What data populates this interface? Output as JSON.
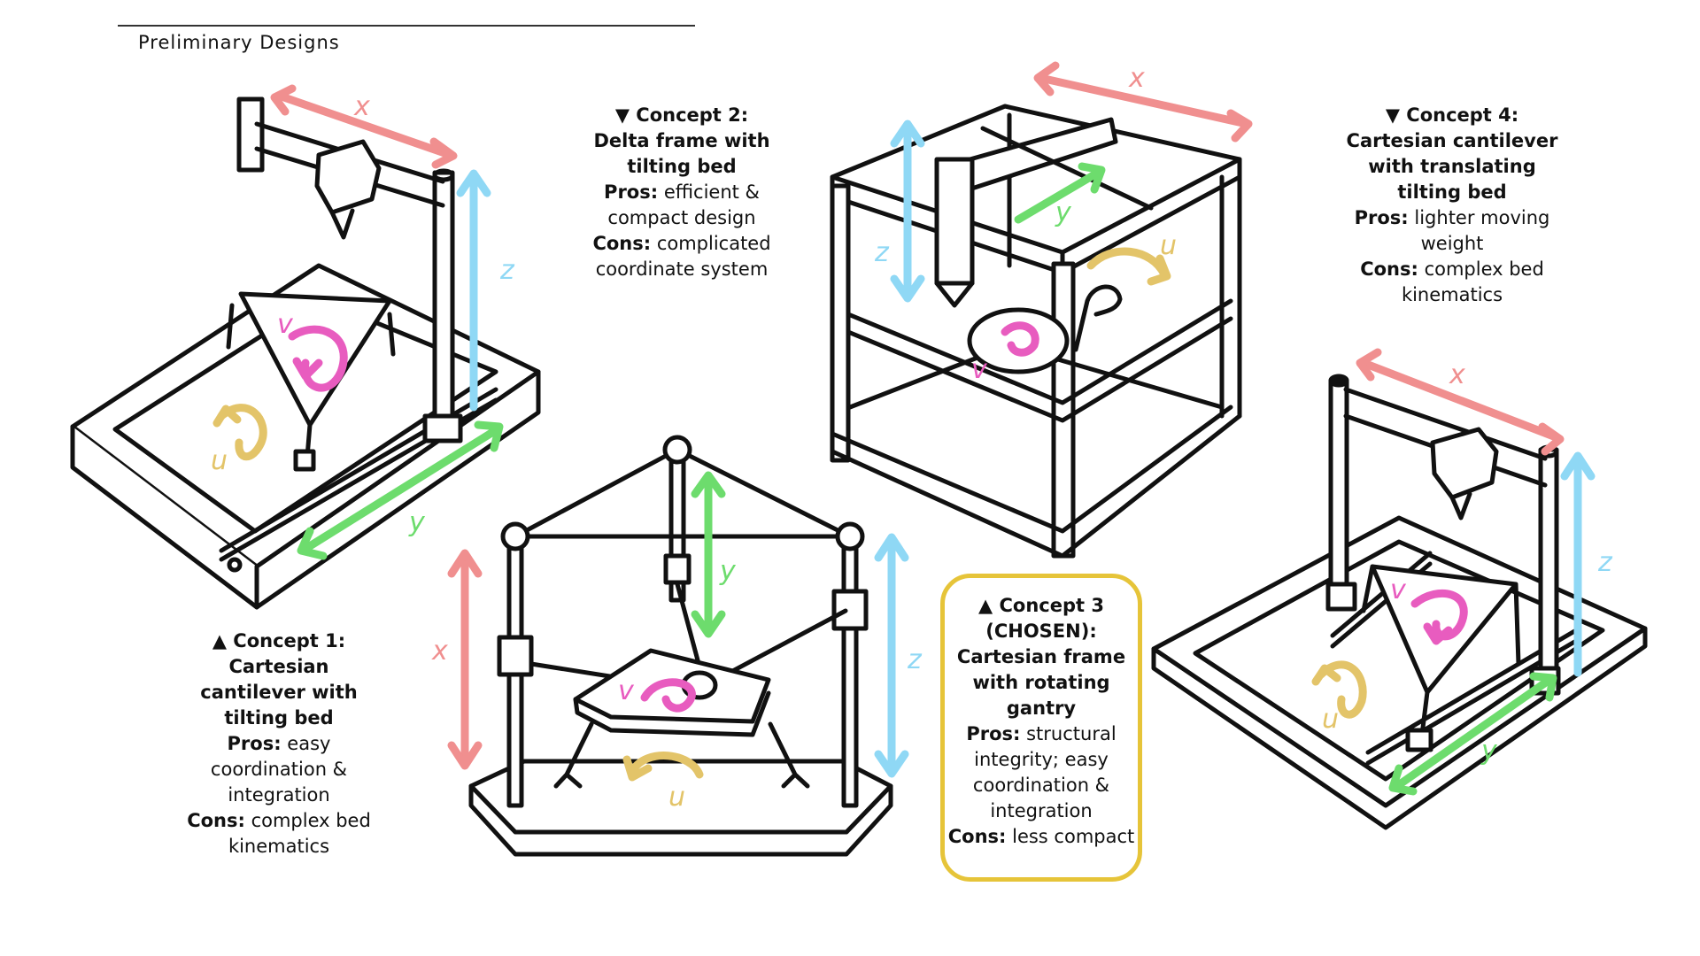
{
  "page": {
    "title": "Preliminary Designs"
  },
  "colors": {
    "x_axis": "#f08f8f",
    "y_axis": "#6ddc6d",
    "z_axis": "#8fd8f5",
    "u_rotation": "#e3c469",
    "v_rotation": "#e85cbf",
    "chosen_outline": "#e6c439",
    "ink": "#111111"
  },
  "axis_labels": {
    "x": "x",
    "y": "y",
    "z": "z",
    "u": "u",
    "v": "v"
  },
  "concepts": [
    {
      "marker": "▲",
      "heading": "Concept 1:",
      "name_lines": [
        "Cartesian",
        "cantilever with",
        "tilting bed"
      ],
      "pros_label": "Pros:",
      "pros_lines": [
        "easy",
        "coordination &",
        "integration"
      ],
      "cons_label": "Cons:",
      "cons_lines": [
        "complex bed",
        "kinematics"
      ]
    },
    {
      "marker": "▼",
      "heading": "Concept 2:",
      "name_lines": [
        "Delta frame with",
        "tilting bed"
      ],
      "pros_label": "Pros:",
      "pros_lines": [
        "efficient &",
        "compact design"
      ],
      "cons_label": "Cons:",
      "cons_lines": [
        "complicated",
        "coordinate system"
      ]
    },
    {
      "marker": "▲",
      "heading": "Concept 3",
      "heading_line2": "(CHOSEN):",
      "name_lines": [
        "Cartesian frame",
        "with rotating",
        "gantry"
      ],
      "pros_label": "Pros:",
      "pros_lines": [
        "structural",
        "integrity; easy",
        "coordination &",
        "integration"
      ],
      "cons_label": "Cons:",
      "cons_lines": [
        "less compact"
      ]
    },
    {
      "marker": "▼",
      "heading": "Concept 4:",
      "name_lines": [
        "Cartesian cantilever",
        "with translating",
        "tilting bed"
      ],
      "pros_label": "Pros:",
      "pros_lines": [
        "lighter moving",
        "weight"
      ],
      "cons_label": "Cons:",
      "cons_lines": [
        "complex bed",
        "kinematics"
      ]
    }
  ]
}
